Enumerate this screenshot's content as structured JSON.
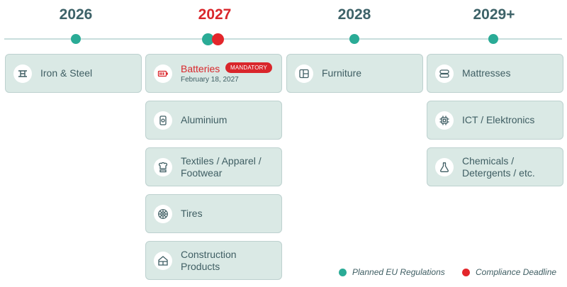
{
  "years": [
    {
      "label": "2026"
    },
    {
      "label": "2027"
    },
    {
      "label": "2028"
    },
    {
      "label": "2029+"
    }
  ],
  "colors": {
    "planned": "#2aab96",
    "deadline": "#e3262b",
    "card_bg": "#dae9e5",
    "text": "#3f5e63",
    "highlight": "#d9262b"
  },
  "cards": {
    "iron_steel": {
      "label": "Iron & Steel",
      "icon": "steel-beam-icon"
    },
    "batteries": {
      "label": "Batteries",
      "date": "February 18, 2027",
      "badge": "MANDATORY",
      "icon": "battery-icon"
    },
    "aluminium": {
      "label": "Aluminium",
      "icon": "can-icon"
    },
    "textiles": {
      "label": "Textiles / Apparel / Footwear",
      "icon": "shirt-icon"
    },
    "tires": {
      "label": "Tires",
      "icon": "tire-icon"
    },
    "construction": {
      "label": "Construction Products",
      "icon": "building-icon"
    },
    "furniture": {
      "label": "Furniture",
      "icon": "cabinet-icon"
    },
    "mattresses": {
      "label": "Mattresses",
      "icon": "mattress-icon"
    },
    "ict": {
      "label": "ICT / Elektronics",
      "icon": "chip-icon"
    },
    "chemicals": {
      "label": "Chemicals / Detergents / etc.",
      "icon": "flask-icon"
    }
  },
  "legend": {
    "planned": "Planned EU Regulations",
    "deadline": "Compliance Deadline"
  }
}
